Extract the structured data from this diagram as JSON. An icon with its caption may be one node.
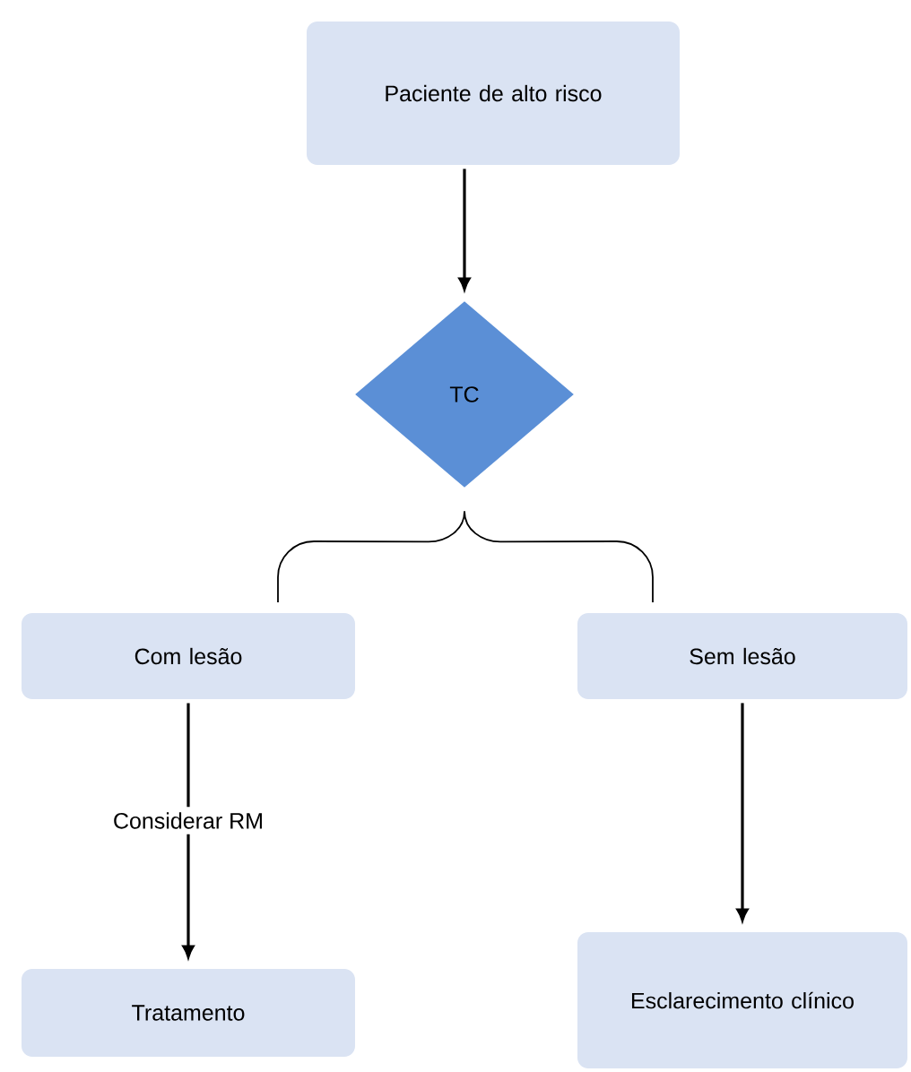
{
  "diagram": {
    "nodes": [
      {
        "text": [
          "Paciente de alto risco"
        ]
      },
      {
        "text": [
          "TC"
        ]
      },
      {
        "text": [
          "Com lesão"
        ]
      },
      {
        "text": [
          "Sem lesão"
        ]
      },
      {
        "text": [
          "Tratamento"
        ]
      },
      {
        "text": [
          "Esclarecimento clínico"
        ]
      }
    ],
    "edges": [
      {
        "from": 0,
        "to": 1,
        "arrow": "to"
      },
      {
        "from": 1,
        "to": 2,
        "arrow": "none"
      },
      {
        "from": 1,
        "to": 3,
        "arrow": "none"
      },
      {
        "from": 2,
        "to": 4,
        "arrow": "to",
        "label": "Considerar RM"
      },
      {
        "from": 3,
        "to": 5,
        "arrow": "to"
      }
    ]
  }
}
